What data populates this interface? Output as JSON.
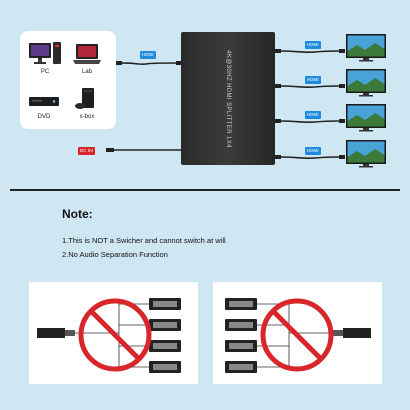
{
  "product_label": "4K@30HZ HDMI SPLITTER 1X4",
  "sources": [
    {
      "label": "PC",
      "icon": "desktop-pc-icon"
    },
    {
      "label": "Lab",
      "icon": "laptop-icon"
    },
    {
      "label": "DVD",
      "icon": "dvd-player-icon"
    },
    {
      "label": "x-box",
      "icon": "game-console-icon"
    }
  ],
  "cable_tags": {
    "input": "HDMI",
    "outputs": [
      "HDMI",
      "HDMI",
      "HDMI",
      "HDMI"
    ],
    "power": "DC 5V"
  },
  "displays_count": 4,
  "notes": {
    "title": "Note:",
    "items": [
      "1.This is NOT a Swicher and cannot switch at will",
      "2.No Audio Separation Function"
    ]
  },
  "colors": {
    "background": "#cfe6f3",
    "tag": "#1e8be0",
    "power_tag": "#d8262a",
    "prohibit": "#d8262a"
  }
}
